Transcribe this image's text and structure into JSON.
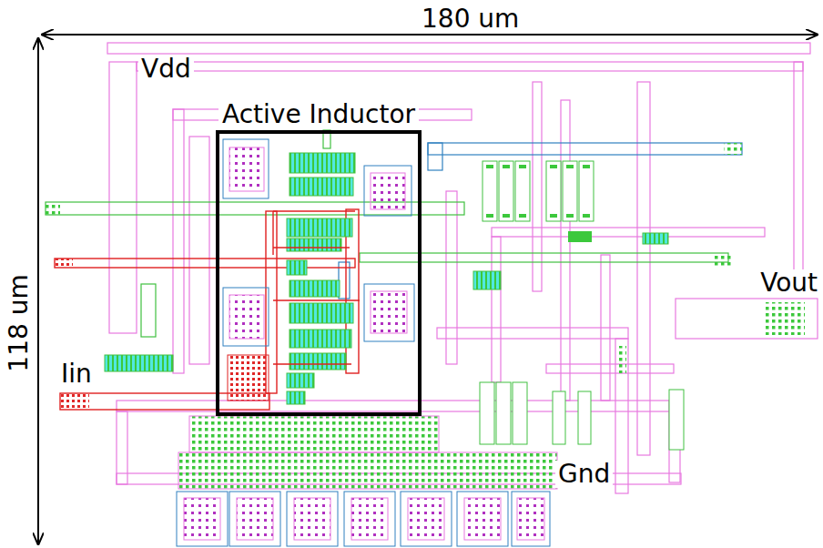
{
  "diagram": {
    "nodes": [
      {
        "text": [
          "Active Inductor"
        ]
      }
    ],
    "labels": [
      "180 um",
      "118 um",
      "Vdd",
      "Iin",
      "Vout",
      "Gnd"
    ]
  }
}
